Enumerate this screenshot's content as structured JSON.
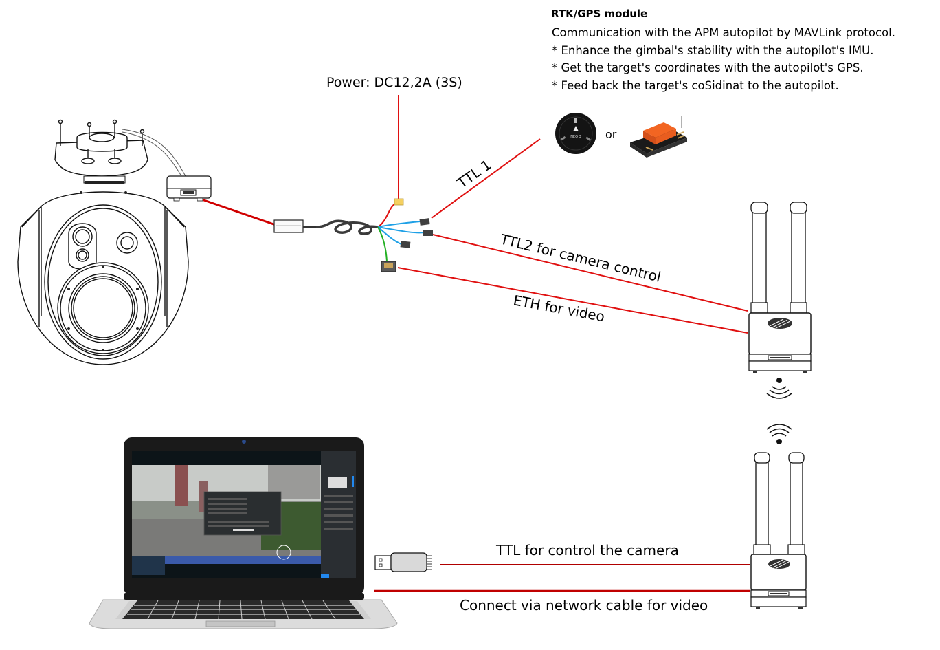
{
  "power": {
    "label": "Power: DC12,2A (3S)"
  },
  "rtk": {
    "title": "RTK/GPS module",
    "lines": [
      "Communication with the APM autopilot by MAVLink protocol.",
      "* Enhance the gimbal's stability with the autopilot's IMU.",
      "* Get the target's coordinates with the autopilot's GPS.",
      "* Feed back the target's coSidinat to the autopilot."
    ],
    "gps_puck_text": "NEO 3",
    "or_label": "or"
  },
  "links": {
    "ttl1": "TTL 1",
    "ttl2": "TTL2 for camera control",
    "eth": "ETH for video",
    "ttl_control": "TTL for control the camera",
    "network": "Connect via network cable for video"
  },
  "colors": {
    "wire_red": "#e01010",
    "wire_blue": "#1ea0e6",
    "wire_green": "#22b022",
    "xt60_yellow": "#f5d060",
    "fc_orange": "#f26522",
    "usb_gray": "#d9d9d9"
  }
}
